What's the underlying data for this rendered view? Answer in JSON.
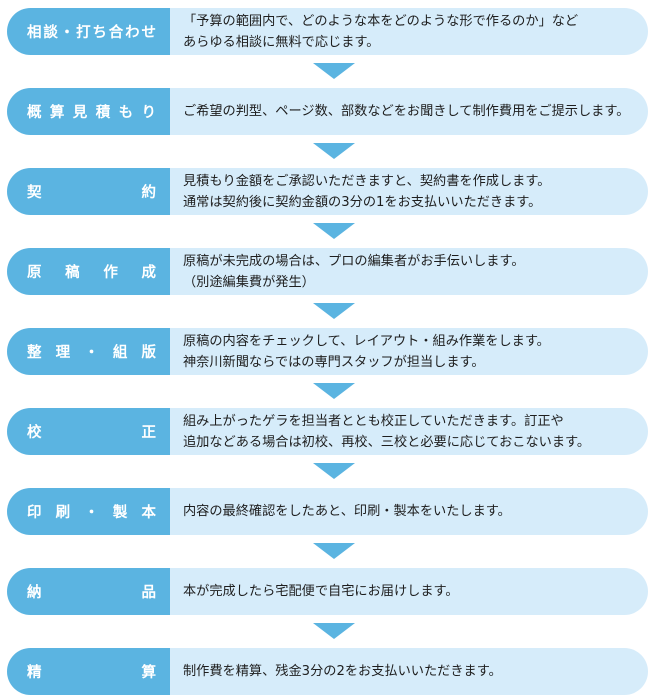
{
  "colors": {
    "label_bg": "#5bb4e1",
    "content_bg": "#d6ecfa",
    "arrow": "#5bb4e1"
  },
  "steps": [
    {
      "label": "相談・打ち合わせ",
      "lines": [
        "「予算の範囲内で、どのような本をどのような形で作るのか」など",
        "あらゆる相談に無料で応じます。"
      ]
    },
    {
      "label": "概算見積もり",
      "lines": [
        "ご希望の判型、ページ数、部数などをお聞きして制作費用をご提示します。"
      ]
    },
    {
      "label": "契約",
      "lines": [
        "見積もり金額をご承認いただきますと、契約書を作成します。",
        "通常は契約後に契約金額の3分の1をお支払いいただきます。"
      ]
    },
    {
      "label": "原稿作成",
      "lines": [
        "原稿が未完成の場合は、プロの編集者がお手伝いします。",
        "（別途編集費が発生）"
      ]
    },
    {
      "label": "整理・組版",
      "lines": [
        "原稿の内容をチェックして、レイアウト・組み作業をします。",
        "神奈川新聞ならではの専門スタッフが担当します。"
      ]
    },
    {
      "label": "校正",
      "lines": [
        "組み上がったゲラを担当者ととも校正していただきます。訂正や",
        "追加などある場合は初校、再校、三校と必要に応じておこないます。"
      ]
    },
    {
      "label": "印刷・製本",
      "lines": [
        "内容の最終確認をしたあと、印刷・製本をいたします。"
      ]
    },
    {
      "label": "納品",
      "lines": [
        "本が完成したら宅配便で自宅にお届けします。"
      ]
    },
    {
      "label": "精算",
      "lines": [
        "制作費を精算、残金3分の2をお支払いいただきます。"
      ]
    }
  ]
}
